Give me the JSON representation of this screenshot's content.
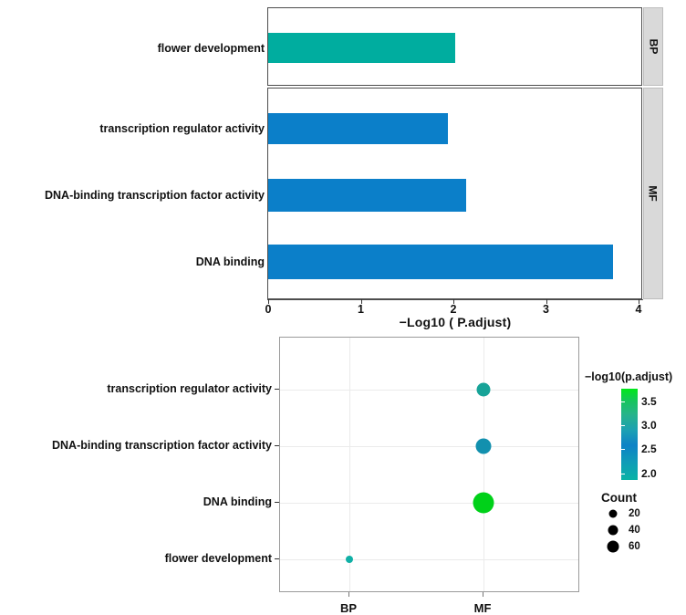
{
  "chart_data": [
    {
      "type": "bar",
      "title": "",
      "xlabel": "−Log10 ( P.adjust)",
      "ylabel": "",
      "xlim": [
        0,
        4
      ],
      "xticks": [
        "0",
        "1",
        "2",
        "3",
        "4"
      ],
      "grid": false,
      "orientation": "horizontal",
      "panels": [
        {
          "strip_label": "BP",
          "categories": [
            "flower development"
          ],
          "values": [
            2.02
          ],
          "colors": [
            "#00ad9f"
          ]
        },
        {
          "strip_label": "MF",
          "categories": [
            "transcription regulator activity",
            "DNA-binding transcription factor activity",
            "DNA binding"
          ],
          "values": [
            1.94,
            2.14,
            3.72
          ],
          "colors": [
            "#0b7fc9",
            "#0b7fc9",
            "#0b7fc9"
          ]
        }
      ]
    },
    {
      "type": "scatter",
      "title": "",
      "xlabel": "",
      "ylabel": "",
      "xticks": [
        "BP",
        "MF"
      ],
      "yticks": [
        "transcription regulator activity",
        "DNA-binding transcription factor activity",
        "DNA binding",
        "flower development"
      ],
      "grid": true,
      "points": [
        {
          "x": "MF",
          "y": "transcription regulator activity",
          "value": 1.94,
          "count": 22,
          "color": "#17a398",
          "radius": 7.5
        },
        {
          "x": "MF",
          "y": "DNA-binding transcription factor activity",
          "value": 2.14,
          "count": 26,
          "color": "#1290ae",
          "radius": 8.5
        },
        {
          "x": "MF",
          "y": "DNA binding",
          "value": 3.72,
          "count": 40,
          "color": "#00d119",
          "radius": 11.5
        },
        {
          "x": "BP",
          "y": "flower development",
          "value": 2.02,
          "count": 8,
          "color": "#10b0a6",
          "radius": 4
        }
      ],
      "color_legend": {
        "title": "−log10(p.adjust)",
        "ticks": [
          "3.5",
          "3.0",
          "2.5",
          "2.0"
        ],
        "gradient_top": "#00e81a",
        "gradient_bottom": "#09b3a6"
      },
      "size_legend": {
        "title": "Count",
        "items": [
          {
            "label": "20",
            "radius": 4.5
          },
          {
            "label": "40",
            "radius": 5.5
          },
          {
            "label": "60",
            "radius": 6.5
          }
        ]
      }
    }
  ],
  "barchart": {
    "xaxis_title": "−Log10 ( P.adjust)",
    "xticks": [
      "0",
      "1",
      "2",
      "3",
      "4"
    ],
    "strips": [
      "BP",
      "MF"
    ],
    "bars": [
      {
        "label": "flower development",
        "value": 2.02,
        "color": "#00ad9f"
      },
      {
        "label": "transcription regulator activity",
        "value": 1.94,
        "color": "#0b7fc9"
      },
      {
        "label": "DNA-binding transcription factor activity",
        "value": 2.14,
        "color": "#0b7fc9"
      },
      {
        "label": "DNA binding",
        "value": 3.72,
        "color": "#0b7fc9"
      }
    ]
  },
  "dotplot": {
    "ylabels": [
      "transcription regulator activity",
      "DNA-binding transcription factor activity",
      "DNA binding",
      "flower development"
    ],
    "xlabels": [
      "BP",
      "MF"
    ],
    "color_legend_title": "−log10(p.adjust)",
    "color_legend_ticks": [
      "3.5",
      "3.0",
      "2.5",
      "2.0"
    ],
    "count_legend_title": "Count",
    "count_legend_labels": [
      "20",
      "40",
      "60"
    ]
  }
}
